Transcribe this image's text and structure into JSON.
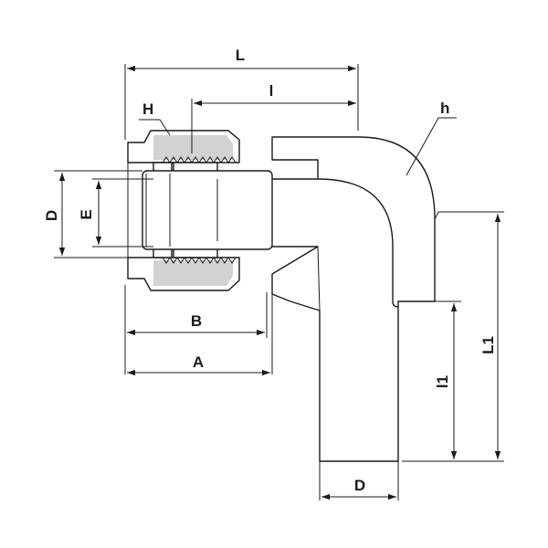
{
  "diagram": {
    "type": "technical-drawing",
    "subject": "union elbow tube fitting",
    "labels": {
      "L": "L",
      "l": "l",
      "H": "H",
      "h": "h",
      "D_left": "D",
      "E": "E",
      "B": "B",
      "A": "A",
      "L1": "L1",
      "l1": "l1",
      "D_bottom": "D"
    }
  }
}
